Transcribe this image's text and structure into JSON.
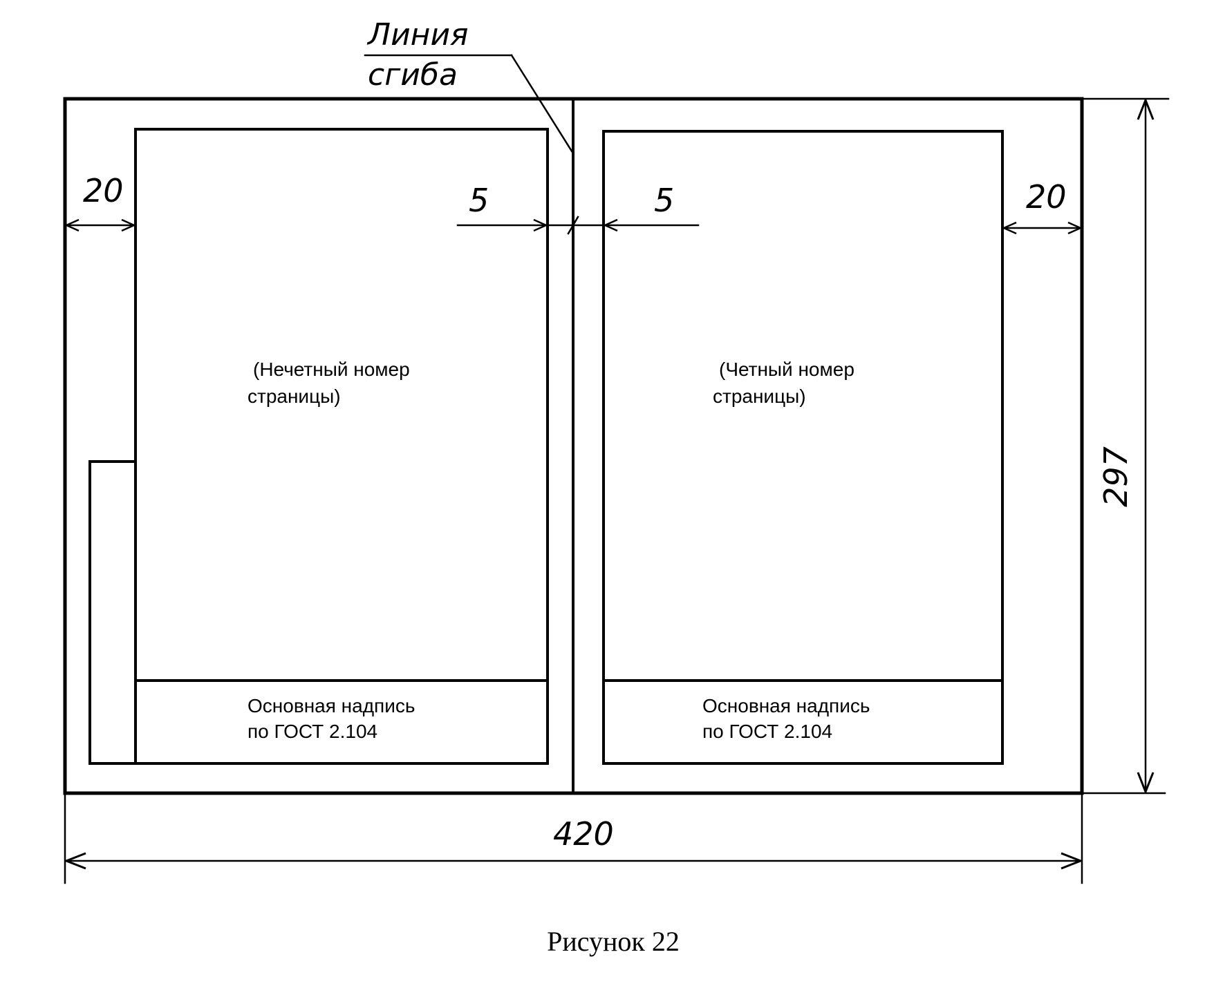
{
  "fold_label": {
    "line1": "Линия",
    "line2": "сгиба"
  },
  "dimensions": {
    "left_margin": "20",
    "right_margin": "20",
    "gap_left": "5",
    "gap_right": "5",
    "width": "420",
    "height": "297"
  },
  "left_page": {
    "label_line1": "(Нечетный номер",
    "label_line2": "страницы)",
    "stamp_line1": "Основная надпись",
    "stamp_line2": "по ГОСТ 2.104"
  },
  "right_page": {
    "label_line1": "(Четный номер",
    "label_line2": "страницы)",
    "stamp_line1": "Основная надпись",
    "stamp_line2": "по ГОСТ 2.104"
  },
  "caption": "Рисунок 22"
}
